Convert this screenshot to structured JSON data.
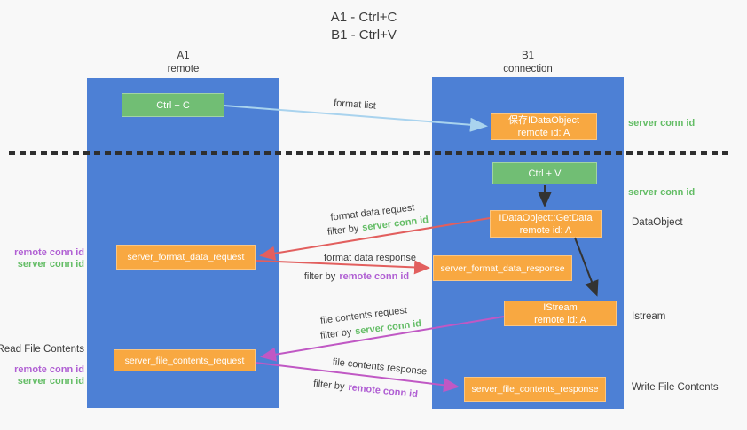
{
  "title": {
    "line1": "A1 - Ctrl+C",
    "line2": "B1 - Ctrl+V"
  },
  "lanes": {
    "left": {
      "name": "A1",
      "subtitle": "remote"
    },
    "right": {
      "name": "B1",
      "subtitle": "connection"
    }
  },
  "nodes": {
    "ctrl_c": {
      "label": "Ctrl + C"
    },
    "save_dataobject": {
      "line1": "保存IDataObject",
      "line2": "remote id: A"
    },
    "ctrl_v": {
      "label": "Ctrl + V"
    },
    "getdata": {
      "line1": "IDataObject::GetData",
      "line2": "remote id: A"
    },
    "format_request": {
      "label": "server_format_data_request"
    },
    "format_response": {
      "label": "server_format_data_response"
    },
    "istream": {
      "line1": "IStream",
      "line2": "remote id: A"
    },
    "file_request": {
      "label": "server_file_contents_request"
    },
    "file_response": {
      "label": "server_file_contents_response"
    }
  },
  "arrow_labels": {
    "format_list": "format list",
    "format_data_request": "format data request",
    "format_data_response": "format data response",
    "file_contents_request": "file contents request",
    "file_contents_response": "file contents response",
    "filter_by": "filter by",
    "server_conn_id": "server conn id",
    "remote_conn_id": "remote conn id"
  },
  "side_labels": {
    "server_conn_id": "server conn id",
    "remote_conn_id": "remote conn id",
    "dataobject": "DataObject",
    "istream": "Istream",
    "read_file_contents": "Read File Contents",
    "write_file_contents": "Write File Contents"
  },
  "colors": {
    "background": "#f8f8f8",
    "lane_blue": "#4d80d5",
    "node_orange": "#f8a841",
    "node_green": "#71be74",
    "text_dark": "#3c3c3c",
    "key_green": "#64bd66",
    "key_purple": "#b05fd3",
    "arrow_lightblue": "#a9d3ee",
    "arrow_red": "#e25f5e",
    "arrow_magenta": "#c058c4",
    "arrow_black": "#333333",
    "dotted_line": "#2f2f2f"
  }
}
